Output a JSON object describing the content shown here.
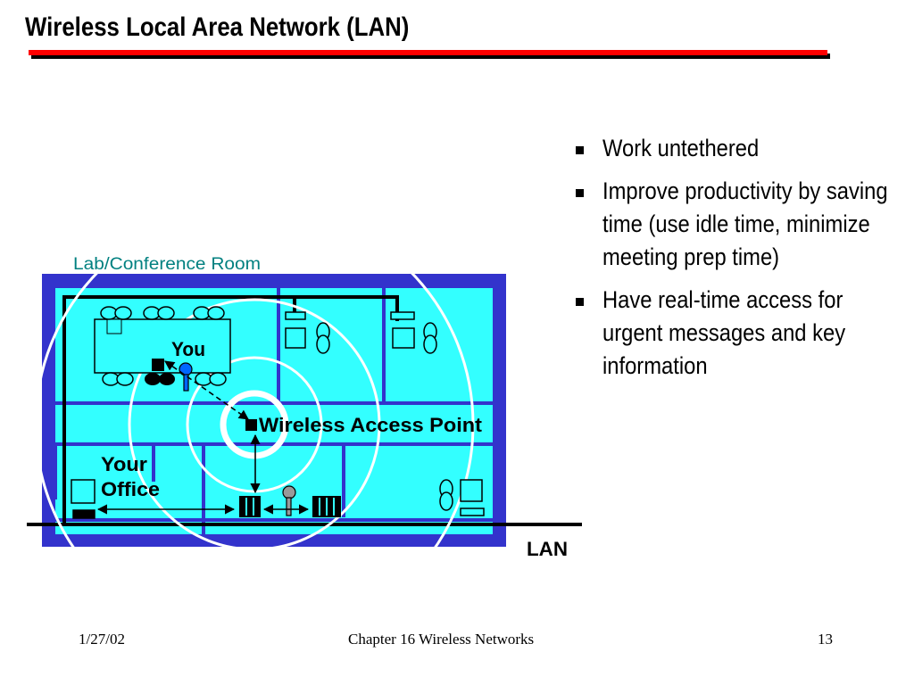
{
  "slide": {
    "title": "Wireless Local Area Network (LAN)",
    "bullets": [
      "Work untethered",
      "Improve productivity by saving time (use idle time, minimize meeting prep time)",
      "Have real-time access for urgent messages and key information"
    ],
    "footer": {
      "date": "1/27/02",
      "chapter": "Chapter 16 Wireless Networks",
      "page": "13"
    }
  },
  "diagram": {
    "room_label": "Lab/Conference Room",
    "you_label": "You",
    "access_point_label": "Wireless Access Point",
    "office_label_line1": "Your",
    "office_label_line2": "Office",
    "lan_label": "LAN"
  },
  "colors": {
    "title_rule": "#ff0000",
    "floor_border": "#3333cc",
    "floor_fill": "#33ffff",
    "room_label_color": "#008080",
    "device_key": "#0066ff"
  }
}
